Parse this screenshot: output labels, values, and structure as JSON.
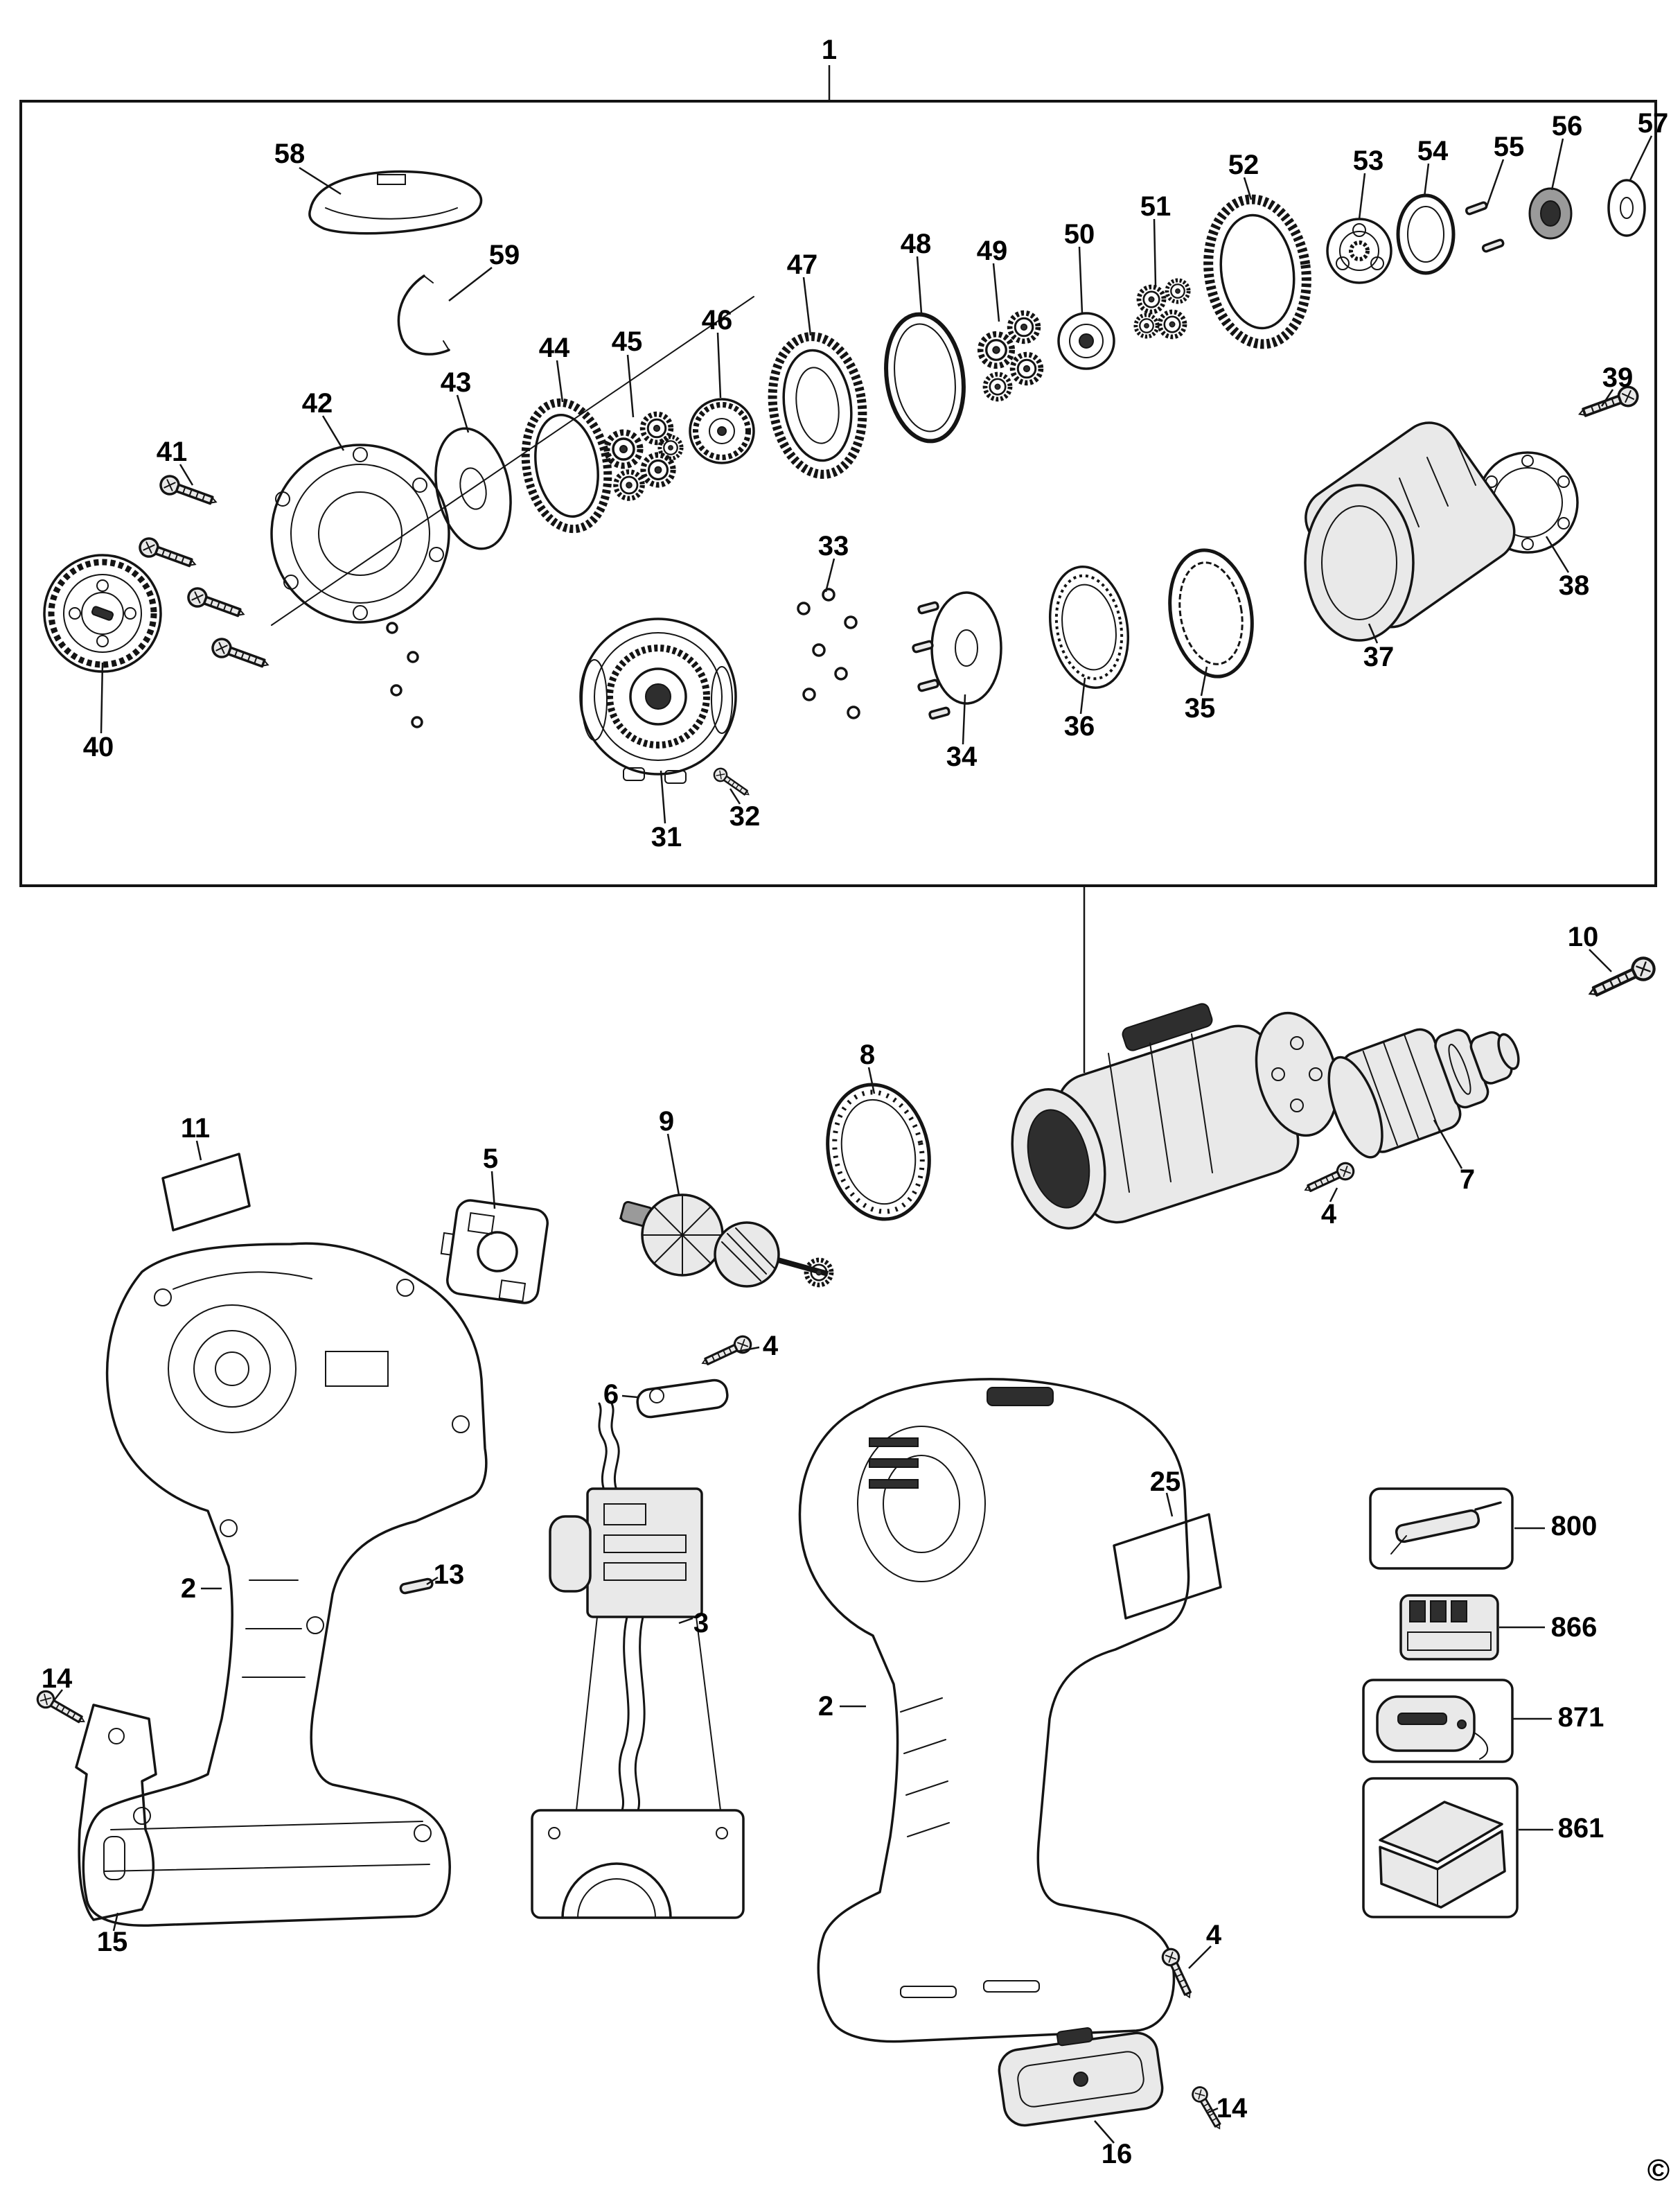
{
  "page": {
    "copyright": "©"
  },
  "labels": [
    {
      "text": "1"
    },
    {
      "text": "58"
    },
    {
      "text": "59"
    },
    {
      "text": "41"
    },
    {
      "text": "42"
    },
    {
      "text": "43"
    },
    {
      "text": "44"
    },
    {
      "text": "45"
    },
    {
      "text": "46"
    },
    {
      "text": "47"
    },
    {
      "text": "48"
    },
    {
      "text": "49"
    },
    {
      "text": "50"
    },
    {
      "text": "51"
    },
    {
      "text": "52"
    },
    {
      "text": "53"
    },
    {
      "text": "54"
    },
    {
      "text": "55"
    },
    {
      "text": "56"
    },
    {
      "text": "57"
    },
    {
      "text": "39"
    },
    {
      "text": "38"
    },
    {
      "text": "37"
    },
    {
      "text": "35"
    },
    {
      "text": "36"
    },
    {
      "text": "34"
    },
    {
      "text": "33"
    },
    {
      "text": "32"
    },
    {
      "text": "31"
    },
    {
      "text": "40"
    },
    {
      "text": "10"
    },
    {
      "text": "8"
    },
    {
      "text": "9"
    },
    {
      "text": "5"
    },
    {
      "text": "11"
    },
    {
      "text": "7"
    },
    {
      "text": "4"
    },
    {
      "text": "4"
    },
    {
      "text": "6"
    },
    {
      "text": "2"
    },
    {
      "text": "13"
    },
    {
      "text": "3"
    },
    {
      "text": "25"
    },
    {
      "text": "800"
    },
    {
      "text": "866"
    },
    {
      "text": "871"
    },
    {
      "text": "861"
    },
    {
      "text": "14"
    },
    {
      "text": "15"
    },
    {
      "text": "2"
    },
    {
      "text": "4"
    },
    {
      "text": "14"
    },
    {
      "text": "16"
    }
  ]
}
